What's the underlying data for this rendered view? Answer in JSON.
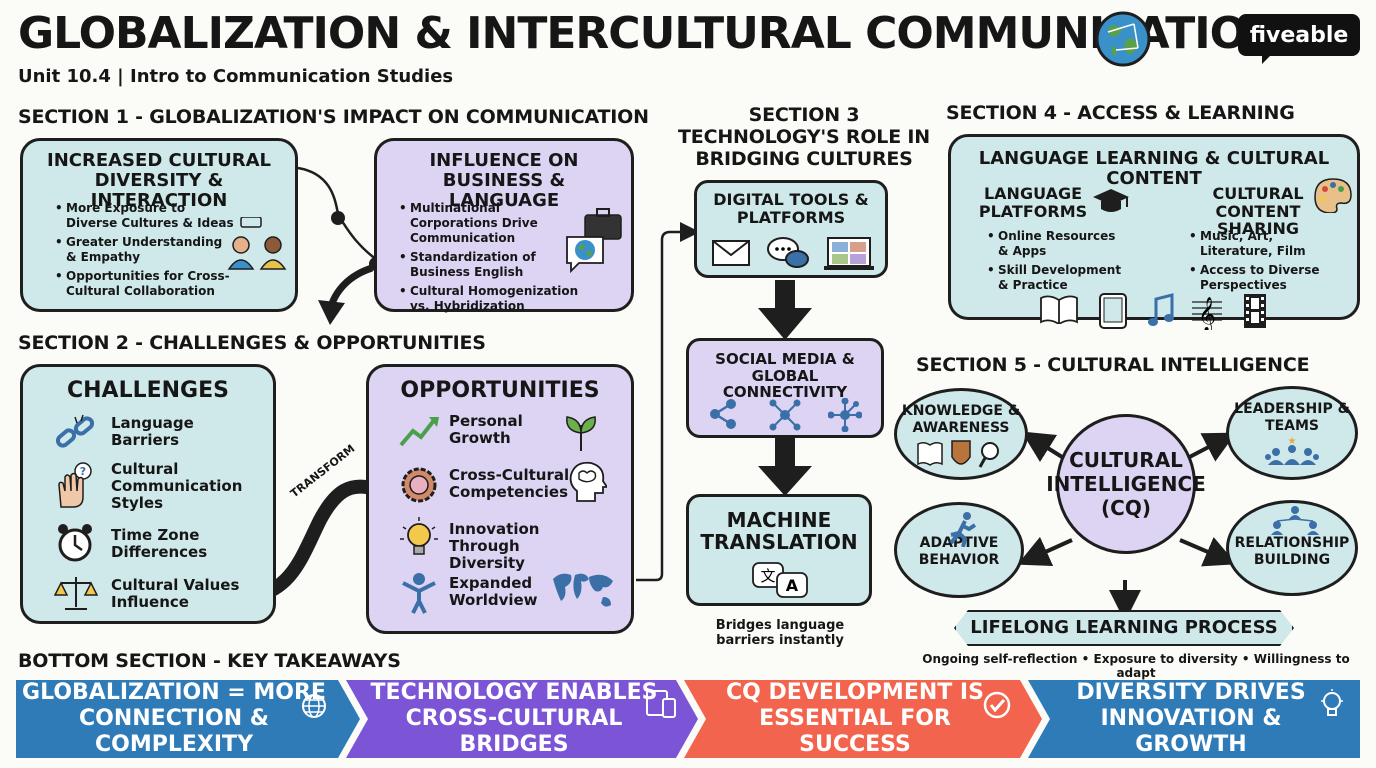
{
  "header": {
    "title": "GLOBALIZATION & INTERCULTURAL COMMUNICATION",
    "subtitle": "Unit 10.4 | Intro to Communication Studies",
    "logo": "fiveable"
  },
  "section1": {
    "heading": "SECTION 1 - GLOBALIZATION'S IMPACT ON COMMUNICATION",
    "card1": {
      "title": "INCREASED CULTURAL DIVERSITY & INTERACTION",
      "items": [
        "More Exposure to Diverse Cultures & Ideas",
        "Greater Understanding & Empathy",
        "Opportunities for Cross-Cultural Collaboration"
      ]
    },
    "card2": {
      "title": "INFLUENCE ON BUSINESS & LANGUAGE",
      "items": [
        "Multinational Corporations Drive Communication",
        "Standardization of Business English",
        "Cultural Homogenization vs. Hybridization"
      ]
    }
  },
  "section2": {
    "heading": "SECTION 2 - CHALLENGES & OPPORTUNITIES",
    "challenges": {
      "title": "CHALLENGES",
      "items": [
        "Language Barriers",
        "Cultural Communication Styles",
        "Time Zone Differences",
        "Cultural Values Influence"
      ]
    },
    "transform_label": "TRANSFORM",
    "opportunities": {
      "title": "OPPORTUNITIES",
      "items": [
        "Personal Growth",
        "Cross-Cultural Competencies",
        "Innovation Through Diversity",
        "Expanded Worldview"
      ]
    }
  },
  "section3": {
    "heading": "SECTION 3 TECHNOLOGY'S ROLE IN BRIDGING CULTURES",
    "box1": "DIGITAL TOOLS & PLATFORMS",
    "box2": "SOCIAL MEDIA & GLOBAL CONNECTIVITY",
    "box3": "MACHINE TRANSLATION",
    "caption": "Bridges language barriers instantly"
  },
  "section4": {
    "heading": "SECTION 4 - ACCESS & LEARNING",
    "card_title": "LANGUAGE LEARNING & CULTURAL CONTENT",
    "left": {
      "title": "LANGUAGE PLATFORMS",
      "items": [
        "Online Resources & Apps",
        "Skill Development & Practice"
      ]
    },
    "right": {
      "title": "CULTURAL CONTENT SHARING",
      "items": [
        "Music, Art, Literature, Film",
        "Access to Diverse Perspectives"
      ]
    }
  },
  "section5": {
    "heading": "SECTION 5 - CULTURAL INTELLIGENCE",
    "center": "CULTURAL INTELLIGENCE (CQ)",
    "knowledge": "KNOWLEDGE & AWARENESS",
    "leadership": "LEADERSHIP & TEAMS",
    "adaptive": "ADAPTIVE BEHAVIOR",
    "relationship": "RELATIONSHIP BUILDING",
    "lifelong": "LIFELONG LEARNING PROCESS",
    "lifelong_caption": "Ongoing self-reflection • Exposure to diversity • Willingness to adapt"
  },
  "takeaways": {
    "heading": "BOTTOM SECTION - KEY TAKEAWAYS",
    "banners": [
      {
        "text": "GLOBALIZATION = MORE CONNECTION & COMPLEXITY",
        "color": "#2f7bb8"
      },
      {
        "text": "TECHNOLOGY ENABLES CROSS-CULTURAL BRIDGES",
        "color": "#7b55d6"
      },
      {
        "text": "CQ DEVELOPMENT IS ESSENTIAL FOR SUCCESS",
        "color": "#f2644d"
      },
      {
        "text": "DIVERSITY DRIVES INNOVATION & GROWTH",
        "color": "#2f7bb8"
      }
    ]
  },
  "colors": {
    "teal": "#cfe9ea",
    "lavender": "#ddd3f3",
    "ink": "#1e1e1e"
  }
}
